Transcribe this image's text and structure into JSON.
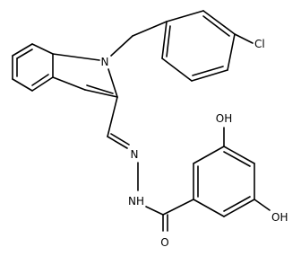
{
  "molecule": {
    "atom_labels": {
      "n_indole": "N",
      "cl": "Cl",
      "oh_top": "OH",
      "oh_right": "OH",
      "n_imine": "N",
      "nh": "NH",
      "o": "O"
    }
  }
}
